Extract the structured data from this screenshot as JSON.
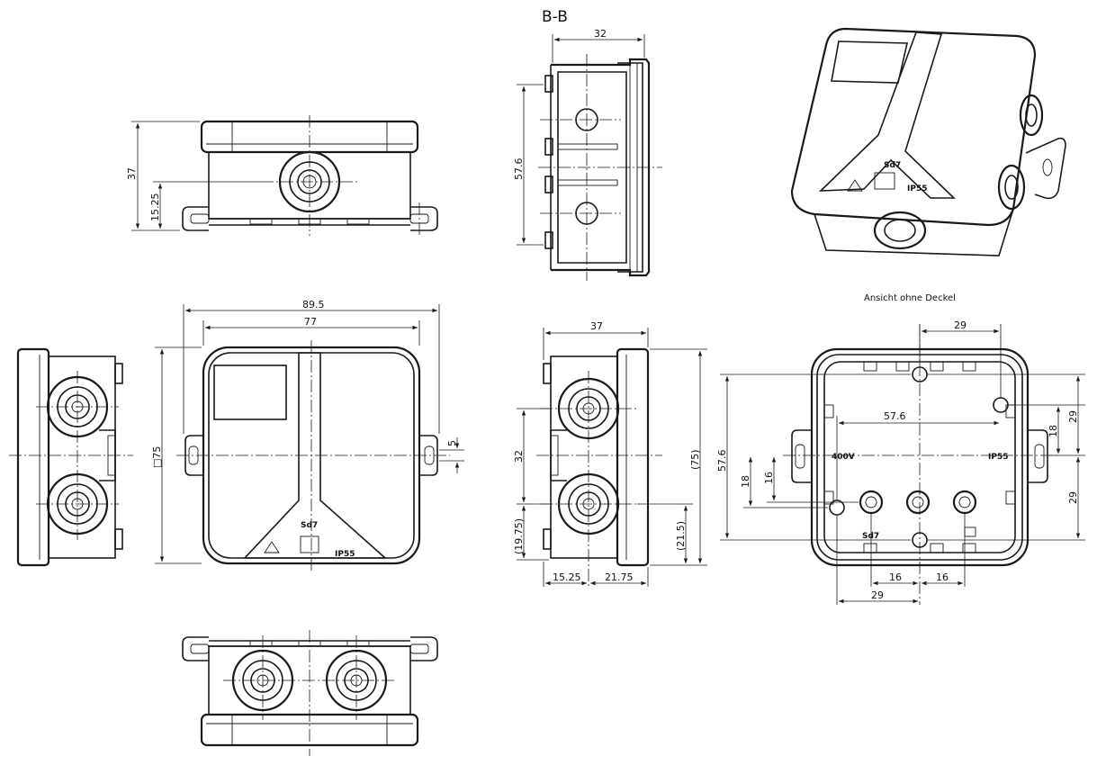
{
  "section": {
    "title": "B-B"
  },
  "top_view_note": "Ansicht ohne Deckel",
  "markings": {
    "model": "Sd7",
    "ip_rating": "IP55",
    "voltage": "400V"
  },
  "dimensions": {
    "front_height": "37",
    "front_offset": "15.25",
    "section_width": "32",
    "section_height": "57.6",
    "lid_outer_width": "89.5",
    "lid_inner_width": "77",
    "lid_square": "□75",
    "lid_slot": "5",
    "side_width": "37",
    "side_spacing": "32",
    "side_lower": "(19.75)",
    "side_height": "(75)",
    "side_right_lower": "(21.5)",
    "side_bottom_left": "15.25",
    "side_bottom_right": "21.75",
    "top_upper": "29",
    "top_mid": "57.6",
    "top_left_height": "57.6",
    "top_left_18": "18",
    "top_left_16": "16",
    "top_right_29a": "29",
    "top_right_18": "18",
    "top_right_29b": "29",
    "top_bottom_16a": "16",
    "top_bottom_16b": "16",
    "top_bottom_29": "29"
  }
}
